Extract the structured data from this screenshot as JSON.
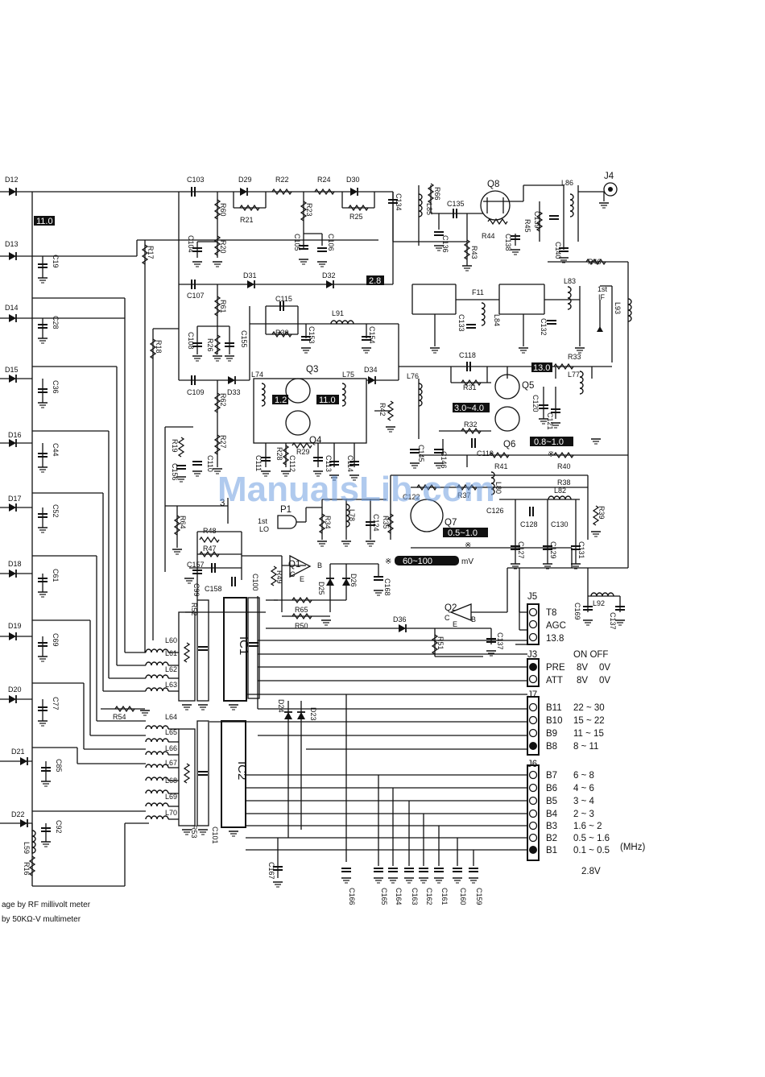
{
  "watermark": "ManualsLib.com",
  "diodes_left": [
    "D12",
    "D13",
    "D14",
    "D15",
    "D16",
    "D17",
    "D18",
    "D19",
    "D20",
    "D21",
    "D22"
  ],
  "caps_left": [
    "C19",
    "C28",
    "C36",
    "C44",
    "C52",
    "C61",
    "C69",
    "C77",
    "C85",
    "C92"
  ],
  "top_parts": {
    "c103": "C103",
    "d29": "D29",
    "r22": "R22",
    "r24": "R24",
    "d30": "D30",
    "r21": "R21",
    "r25": "R25",
    "r60": "R60",
    "r23": "R23",
    "c104": "C104",
    "r20": "R20",
    "c105": "C105",
    "c106": "C106",
    "r17": "R17",
    "c107": "C107",
    "d31": "D31",
    "d32": "D32",
    "r61": "R61",
    "c115": "C115",
    "r30": "R30",
    "l91": "L91",
    "c153": "C153",
    "c154": "C154",
    "c108": "C108",
    "r26": "R26",
    "c155": "C155",
    "r18": "R18",
    "c109": "C109",
    "d33": "D33",
    "r62": "R62",
    "l74": "L74",
    "q3": "Q3",
    "l75": "L75",
    "d34": "D34",
    "q4": "Q4",
    "r29": "R29",
    "r42": "R42",
    "r19": "R19",
    "c156": "C156",
    "c110": "C110",
    "r27": "R27",
    "c111": "C111",
    "r28": "R28",
    "c112": "C112",
    "c113": "C113",
    "c114": "C114",
    "c134": "C134",
    "r66": "R66",
    "l85": "L85",
    "c135": "C135",
    "q8": "Q8",
    "l86": "L86",
    "j4": "J4",
    "c136": "C136",
    "r43": "R43",
    "r44": "R44",
    "c138": "C138",
    "r45": "R45",
    "c139": "C139",
    "c140": "C140",
    "r46": "R46",
    "f11": "F11",
    "c133": "C133",
    "l84": "L84",
    "c132": "C132",
    "l83": "L83",
    "l93": "L93",
    "c118": "C118",
    "r31": "R31",
    "q5": "Q5",
    "r33": "R33",
    "l77": "L77",
    "l76": "L76",
    "r32": "R32",
    "c120": "C120",
    "c121": "C121",
    "q6": "Q6",
    "c145": "C145",
    "c146": "C146",
    "c119": "C119",
    "r41": "R41",
    "r40": "R40",
    "r38": "R38",
    "c122": "C122",
    "r37": "R37",
    "l80": "L80",
    "l82": "L82",
    "c126": "C126",
    "c128": "C128",
    "c130": "C130",
    "r39": "R39",
    "r34": "R34",
    "l78": "L78",
    "c124": "C124",
    "r35": "R35",
    "q7": "Q7",
    "c127": "C127",
    "c129": "C129",
    "c131": "C131",
    "r64": "R64",
    "r48": "R48",
    "r47": "R47",
    "c157": "C157",
    "c158": "C158",
    "q1": "Q1",
    "r49": "R49",
    "d25": "D25",
    "d26": "D26",
    "c168": "C168",
    "c99": "C99",
    "c100": "C100",
    "r52": "R52",
    "r65": "R65",
    "r50": "R50",
    "q2": "Q2",
    "d36": "D36",
    "r51": "R51",
    "c137": "C137",
    "c169": "C169",
    "l92": "L92",
    "c137b": "C137",
    "r54": "R54",
    "d24": "D24",
    "d23": "D23",
    "r53": "R53",
    "c101": "C101",
    "l59": "L59",
    "r16": "R16",
    "c167": "C167",
    "p1": "P1",
    "ist_lo_1": "1st",
    "ist_lo_2": "LO",
    "ist_if_1": "1st",
    "ist_if_2": "IF",
    "q1_b": "B",
    "q1_c": "C",
    "q1_e": "E",
    "q2_b": "B",
    "q2_c": "C",
    "q2_e": "E",
    "ic1": "IC1",
    "ic2": "IC2"
  },
  "inductors_left": [
    "L60",
    "L61",
    "L62",
    "L63",
    "L64",
    "L65",
    "L66",
    "L67",
    "L68",
    "L69",
    "L70"
  ],
  "bottom_caps": [
    "C166",
    "C165",
    "C164",
    "C163",
    "C162",
    "C161",
    "C160",
    "C159"
  ],
  "voltages": {
    "v1": "11.0",
    "v2": "2.8",
    "v3": "1.2",
    "v4": "11.0",
    "v5": "3.0~4.0",
    "v6": "13.0",
    "v7": "0.8~1.0",
    "v8": "0.5~1.0",
    "v9": "60~100",
    "v9_unit": "mV",
    "mark": "※",
    "three": "3"
  },
  "connectors": {
    "j5": {
      "name": "J5",
      "pins": [
        "T8",
        "AGC",
        "13.8"
      ]
    },
    "j3": {
      "name": "J3",
      "header": "ON  OFF",
      "pins": [
        [
          "PRE",
          "8V",
          "0V"
        ],
        [
          "ATT",
          "8V",
          "0V"
        ]
      ]
    },
    "j7": {
      "name": "J7",
      "pins": [
        [
          "B11",
          "22 ~ 30"
        ],
        [
          "B10",
          "15 ~ 22"
        ],
        [
          "B9",
          "11 ~ 15"
        ],
        [
          "B8",
          "8 ~ 11"
        ]
      ]
    },
    "j6": {
      "name": "J6",
      "pins": [
        [
          "B7",
          "6 ~ 8"
        ],
        [
          "B6",
          "4 ~ 6"
        ],
        [
          "B5",
          "3 ~ 4"
        ],
        [
          "B4",
          "2 ~ 3"
        ],
        [
          "B3",
          "1.6 ~ 2"
        ],
        [
          "B2",
          "0.5 ~ 1.6"
        ],
        [
          "B1",
          "0.1 ~ 0.5"
        ]
      ],
      "unit": "(MHz)"
    },
    "bottom_voltage": "2.8V"
  },
  "notes": [
    "age by RF millivolt meter",
    "by 50KΩ-V multimeter"
  ]
}
